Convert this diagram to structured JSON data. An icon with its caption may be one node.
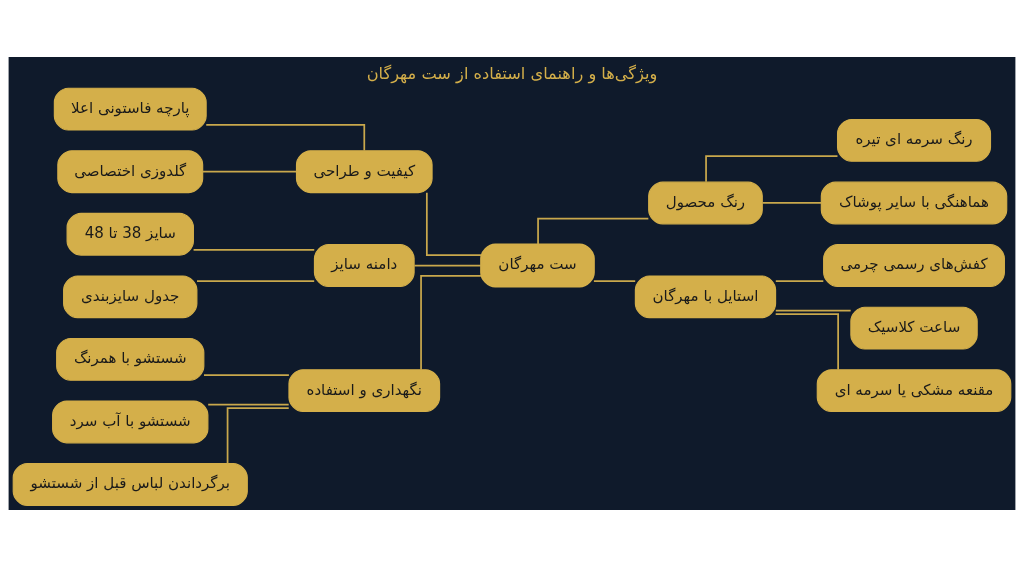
{
  "diagram": {
    "title": "ویژگی‌ها و راهنمای استفاده از ست مهرگان",
    "nodes": [
      {
        "text": [
          "ست مهرگان"
        ]
      },
      {
        "text": [
          "کیفیت و طراحی"
        ]
      },
      {
        "text": [
          "پارچه فاستونی اعلا"
        ]
      },
      {
        "text": [
          "گلدوزی اختصاصی"
        ]
      },
      {
        "text": [
          "دامنه سایز"
        ]
      },
      {
        "text": [
          "سایز 38 تا 48"
        ]
      },
      {
        "text": [
          "جدول سایزبندی"
        ]
      },
      {
        "text": [
          "نگهداری و استفاده"
        ]
      },
      {
        "text": [
          "شستشو با همرنگ"
        ]
      },
      {
        "text": [
          "شستشو با آب سرد"
        ]
      },
      {
        "text": [
          "برگرداندن لباس قبل از شستشو"
        ]
      },
      {
        "text": [
          "رنگ محصول"
        ]
      },
      {
        "text": [
          "رنگ سرمه ای تیره"
        ]
      },
      {
        "text": [
          "هماهنگی با سایر پوشاک"
        ]
      },
      {
        "text": [
          "استایل با مهرگان"
        ]
      },
      {
        "text": [
          "کفش‌های رسمی چرمی"
        ]
      },
      {
        "text": [
          "ساعت کلاسیک"
        ]
      },
      {
        "text": [
          "مقنعه مشکی یا سرمه ای"
        ]
      }
    ],
    "edges": [
      {
        "from": 1,
        "to": 0,
        "arrow": "none"
      },
      {
        "from": 2,
        "to": 1,
        "arrow": "none"
      },
      {
        "from": 3,
        "to": 1,
        "arrow": "none"
      },
      {
        "from": 4,
        "to": 0,
        "arrow": "none"
      },
      {
        "from": 5,
        "to": 4,
        "arrow": "none"
      },
      {
        "from": 6,
        "to": 4,
        "arrow": "none"
      },
      {
        "from": 7,
        "to": 0,
        "arrow": "none"
      },
      {
        "from": 8,
        "to": 7,
        "arrow": "none"
      },
      {
        "from": 9,
        "to": 7,
        "arrow": "none"
      },
      {
        "from": 10,
        "to": 7,
        "arrow": "none"
      },
      {
        "from": 0,
        "to": 11,
        "arrow": "none"
      },
      {
        "from": 11,
        "to": 12,
        "arrow": "none"
      },
      {
        "from": 11,
        "to": 13,
        "arrow": "none"
      },
      {
        "from": 0,
        "to": 14,
        "arrow": "none"
      },
      {
        "from": 14,
        "to": 15,
        "arrow": "none"
      },
      {
        "from": 14,
        "to": 16,
        "arrow": "none"
      },
      {
        "from": 14,
        "to": 17,
        "arrow": "none"
      }
    ]
  }
}
